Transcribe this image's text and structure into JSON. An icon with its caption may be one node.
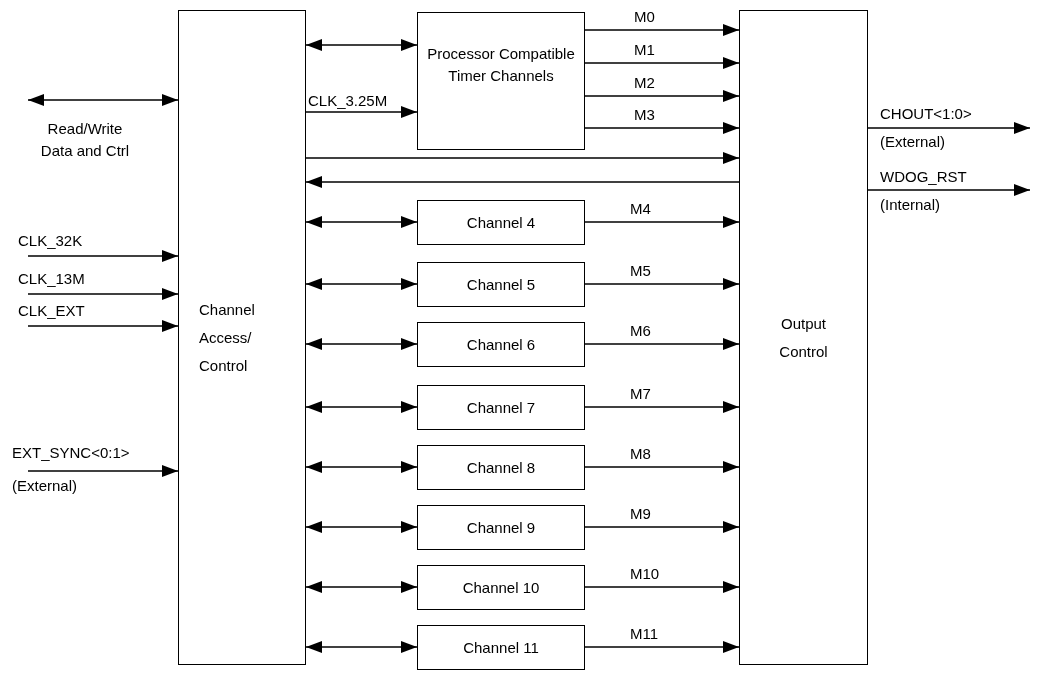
{
  "diagram": {
    "nodes": [
      {
        "text": [
          "Channel Access/ Control"
        ]
      },
      {
        "text": [
          "Processor Compatible Timer Channels"
        ]
      },
      {
        "text": [
          "Channel 4"
        ]
      },
      {
        "text": [
          "Channel 5"
        ]
      },
      {
        "text": [
          "Channel 6"
        ]
      },
      {
        "text": [
          "Channel 7"
        ]
      },
      {
        "text": [
          "Channel 8"
        ]
      },
      {
        "text": [
          "Channel 9"
        ]
      },
      {
        "text": [
          "Channel 10"
        ]
      },
      {
        "text": [
          "Channel 11"
        ]
      },
      {
        "text": [
          "Output Control"
        ]
      }
    ],
    "edges": [
      {
        "from": null,
        "to": 0,
        "arrow": "both",
        "label": "Read/Write Data and Ctrl"
      },
      {
        "from": null,
        "to": 0,
        "arrow": "to",
        "label": "CLK_32K"
      },
      {
        "from": null,
        "to": 0,
        "arrow": "to",
        "label": "CLK_13M"
      },
      {
        "from": null,
        "to": 0,
        "arrow": "to",
        "label": "CLK_EXT"
      },
      {
        "from": null,
        "to": 0,
        "arrow": "to",
        "label": "EXT_SYNC<0:1> (External)"
      },
      {
        "from": 0,
        "to": 1,
        "arrow": "both"
      },
      {
        "from": 0,
        "to": 1,
        "arrow": "to",
        "label": "CLK_3.25M"
      },
      {
        "from": 1,
        "to": 10,
        "arrow": "to",
        "label": "M0"
      },
      {
        "from": 1,
        "to": 10,
        "arrow": "to",
        "label": "M1"
      },
      {
        "from": 1,
        "to": 10,
        "arrow": "to",
        "label": "M2"
      },
      {
        "from": 1,
        "to": 10,
        "arrow": "to",
        "label": "M3"
      },
      {
        "from": 0,
        "to": 10,
        "arrow": "to"
      },
      {
        "from": 10,
        "to": 0,
        "arrow": "to"
      },
      {
        "from": 0,
        "to": 2,
        "arrow": "both"
      },
      {
        "from": 0,
        "to": 3,
        "arrow": "both"
      },
      {
        "from": 0,
        "to": 4,
        "arrow": "both"
      },
      {
        "from": 0,
        "to": 5,
        "arrow": "both"
      },
      {
        "from": 0,
        "to": 6,
        "arrow": "both"
      },
      {
        "from": 0,
        "to": 7,
        "arrow": "both"
      },
      {
        "from": 0,
        "to": 8,
        "arrow": "both"
      },
      {
        "from": 0,
        "to": 9,
        "arrow": "both"
      },
      {
        "from": 2,
        "to": 10,
        "arrow": "to",
        "label": "M4"
      },
      {
        "from": 3,
        "to": 10,
        "arrow": "to",
        "label": "M5"
      },
      {
        "from": 4,
        "to": 10,
        "arrow": "to",
        "label": "M6"
      },
      {
        "from": 5,
        "to": 10,
        "arrow": "to",
        "label": "M7"
      },
      {
        "from": 6,
        "to": 10,
        "arrow": "to",
        "label": "M8"
      },
      {
        "from": 7,
        "to": 10,
        "arrow": "to",
        "label": "M9"
      },
      {
        "from": 8,
        "to": 10,
        "arrow": "to",
        "label": "M10"
      },
      {
        "from": 9,
        "to": 10,
        "arrow": "to",
        "label": "M11"
      },
      {
        "from": 10,
        "to": null,
        "arrow": "to",
        "label": "CHOUT<1:0> (External)"
      },
      {
        "from": 10,
        "to": null,
        "arrow": "to",
        "label": "WDOG_RST (Internal)"
      }
    ]
  }
}
